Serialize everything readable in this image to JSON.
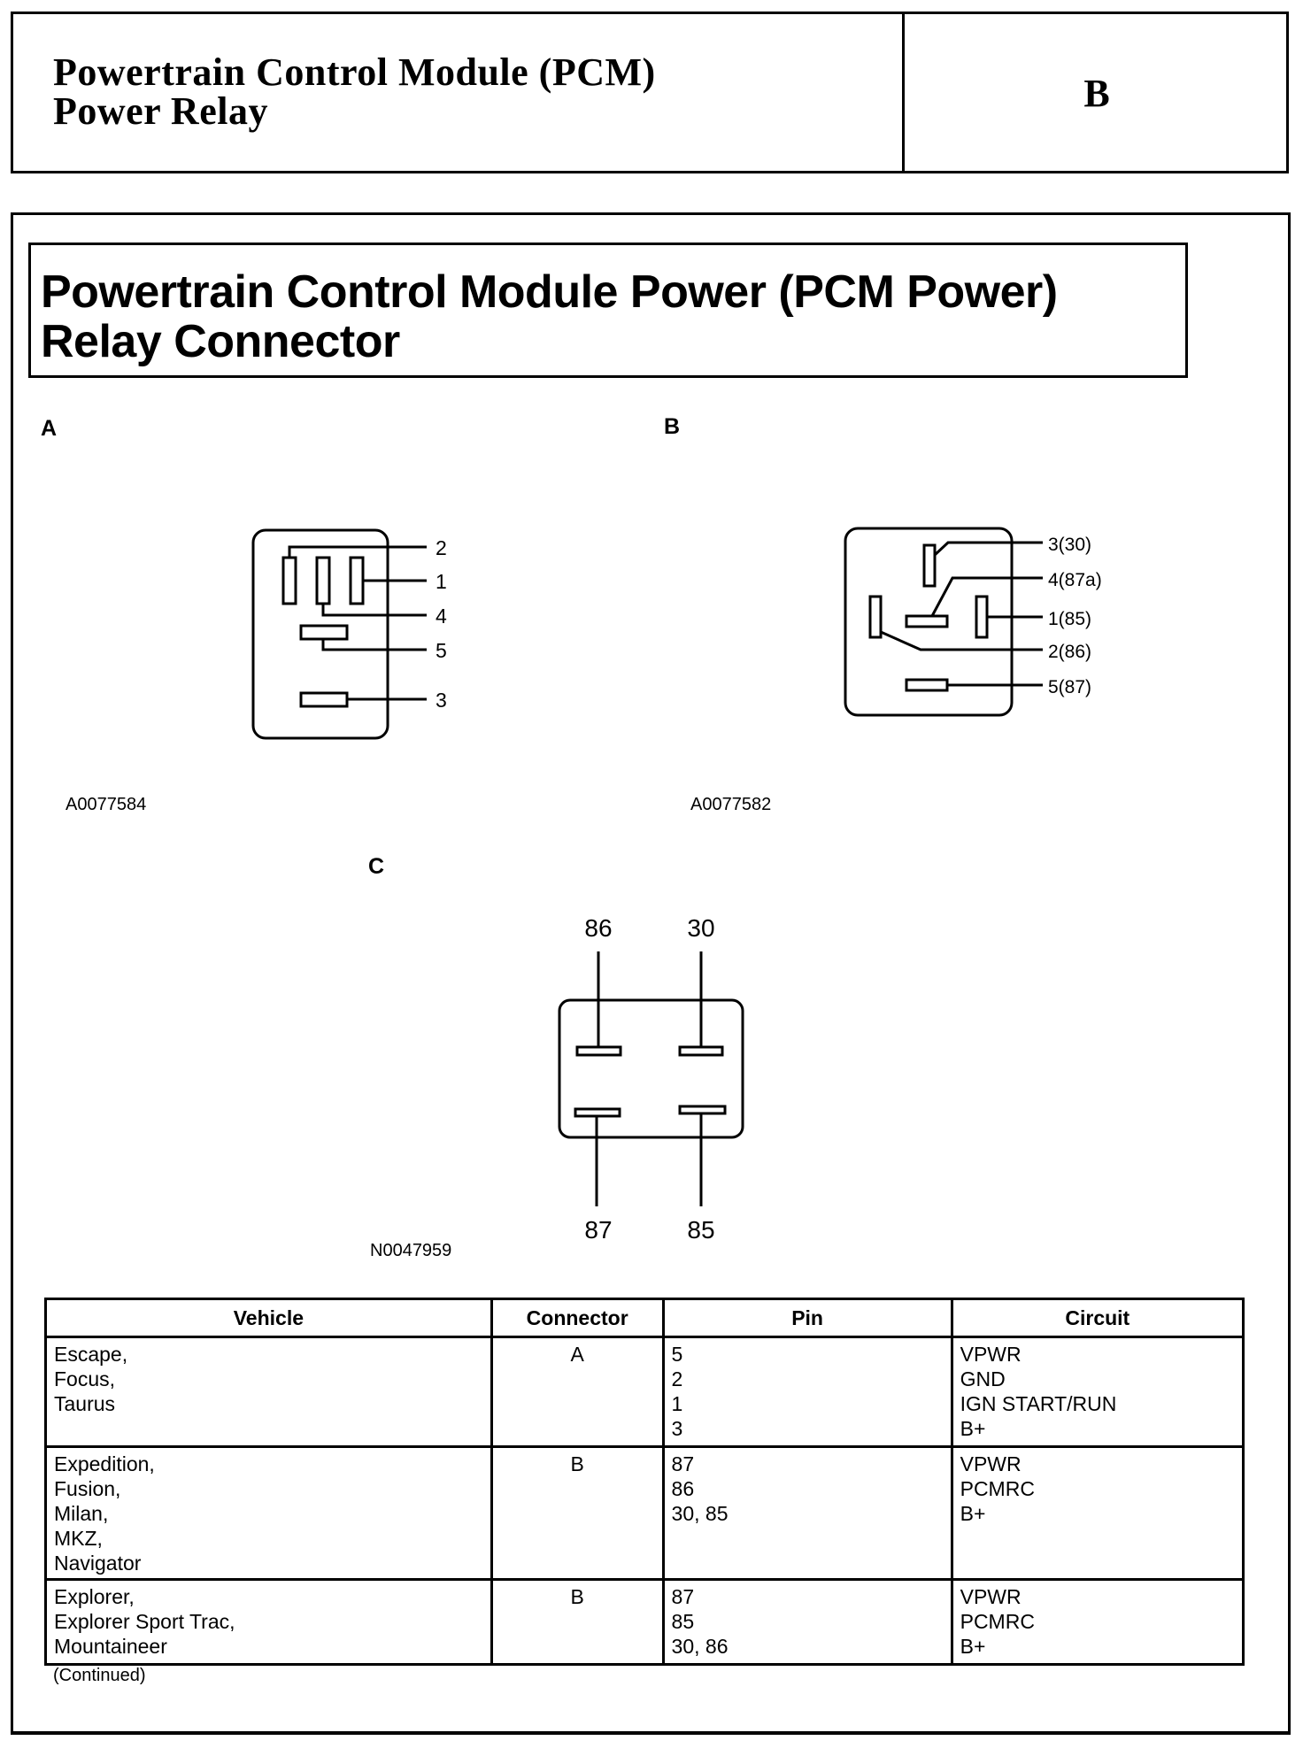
{
  "header": {
    "title_line1": "Powertrain Control Module (PCM)",
    "title_line2": "Power Relay",
    "section_letter": "B"
  },
  "section": {
    "title_line1": "Powertrain Control Module Power (PCM Power)",
    "title_line2": "Relay Connector"
  },
  "views": {
    "A": {
      "label": "A",
      "figure_code": "A0077584",
      "pins": [
        "2",
        "1",
        "4",
        "5",
        "3"
      ]
    },
    "B": {
      "label": "B",
      "figure_code": "A0077582",
      "pins": [
        "3(30)",
        "4(87a)",
        "1(85)",
        "2(86)",
        "5(87)"
      ]
    },
    "C": {
      "label": "C",
      "figure_code": "N0047959",
      "pins": [
        "86",
        "30",
        "87",
        "85"
      ]
    }
  },
  "table": {
    "headers": [
      "Vehicle",
      "Connector",
      "Pin",
      "Circuit"
    ],
    "rows": [
      {
        "vehicles": [
          "Escape,",
          "Focus,",
          "Taurus"
        ],
        "connector": "A",
        "pins": [
          "5",
          "2",
          "1",
          "3"
        ],
        "circuits": [
          "VPWR",
          "GND",
          "IGN START/RUN",
          "B+"
        ]
      },
      {
        "vehicles": [
          "Expedition,",
          "Fusion,",
          "Milan,",
          "MKZ,",
          "Navigator"
        ],
        "connector": "B",
        "pins": [
          "87",
          "86",
          "30, 85"
        ],
        "circuits": [
          "VPWR",
          "PCMRC",
          "B+"
        ]
      },
      {
        "vehicles": [
          "Explorer,",
          "Explorer Sport Trac,",
          "Mountaineer"
        ],
        "connector": "B",
        "pins": [
          "87",
          "85",
          "30, 86"
        ],
        "circuits": [
          "VPWR",
          "PCMRC",
          "B+"
        ]
      }
    ],
    "footnote": "(Continued)"
  }
}
